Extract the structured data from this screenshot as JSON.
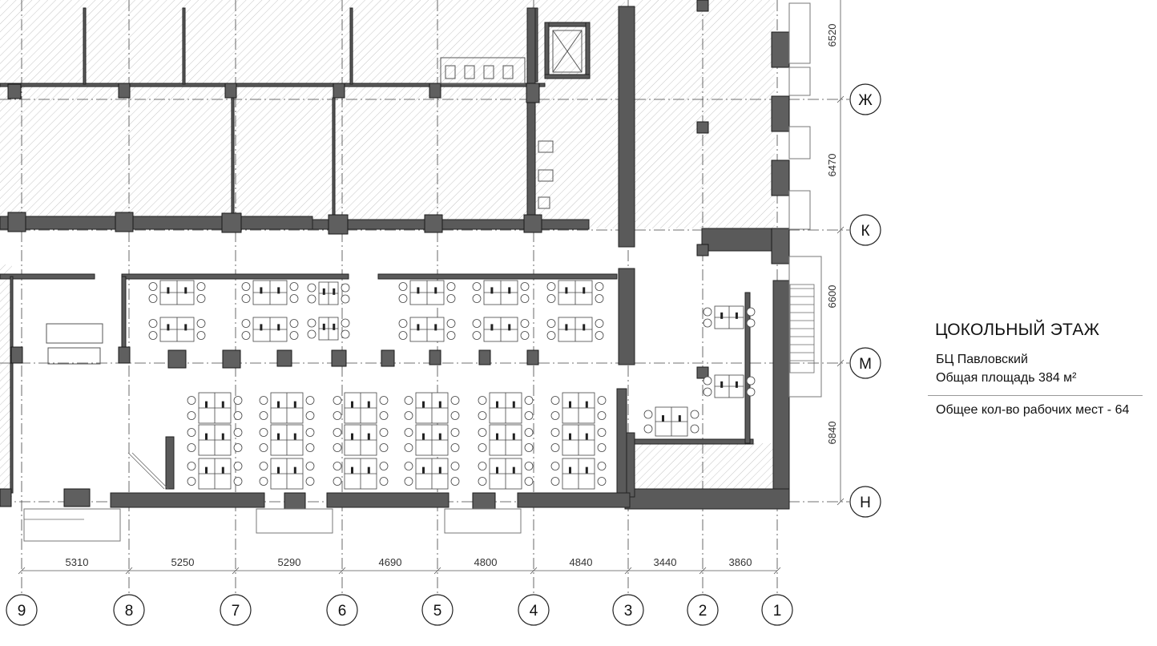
{
  "legend": {
    "title": "ЦОКОЛЬНЫЙ ЭТАЖ",
    "building": "БЦ Павловский",
    "area": "Общая площадь 384 м²",
    "seats": "Общее кол-во рабочих мест - 64"
  },
  "axes": {
    "columns": [
      "9",
      "8",
      "7",
      "6",
      "5",
      "4",
      "3",
      "2",
      "1"
    ],
    "rows": [
      "Ж",
      "К",
      "М",
      "Н"
    ]
  },
  "dimensions": {
    "horizontal": [
      "5310",
      "5250",
      "5290",
      "4690",
      "4800",
      "4840",
      "3440",
      "3860"
    ],
    "vertical": [
      "6520",
      "6470",
      "6600",
      "6840"
    ]
  },
  "colors": {
    "wall": "#5a5a5a",
    "hatch": "#c8c8c8",
    "line": "#333333"
  }
}
